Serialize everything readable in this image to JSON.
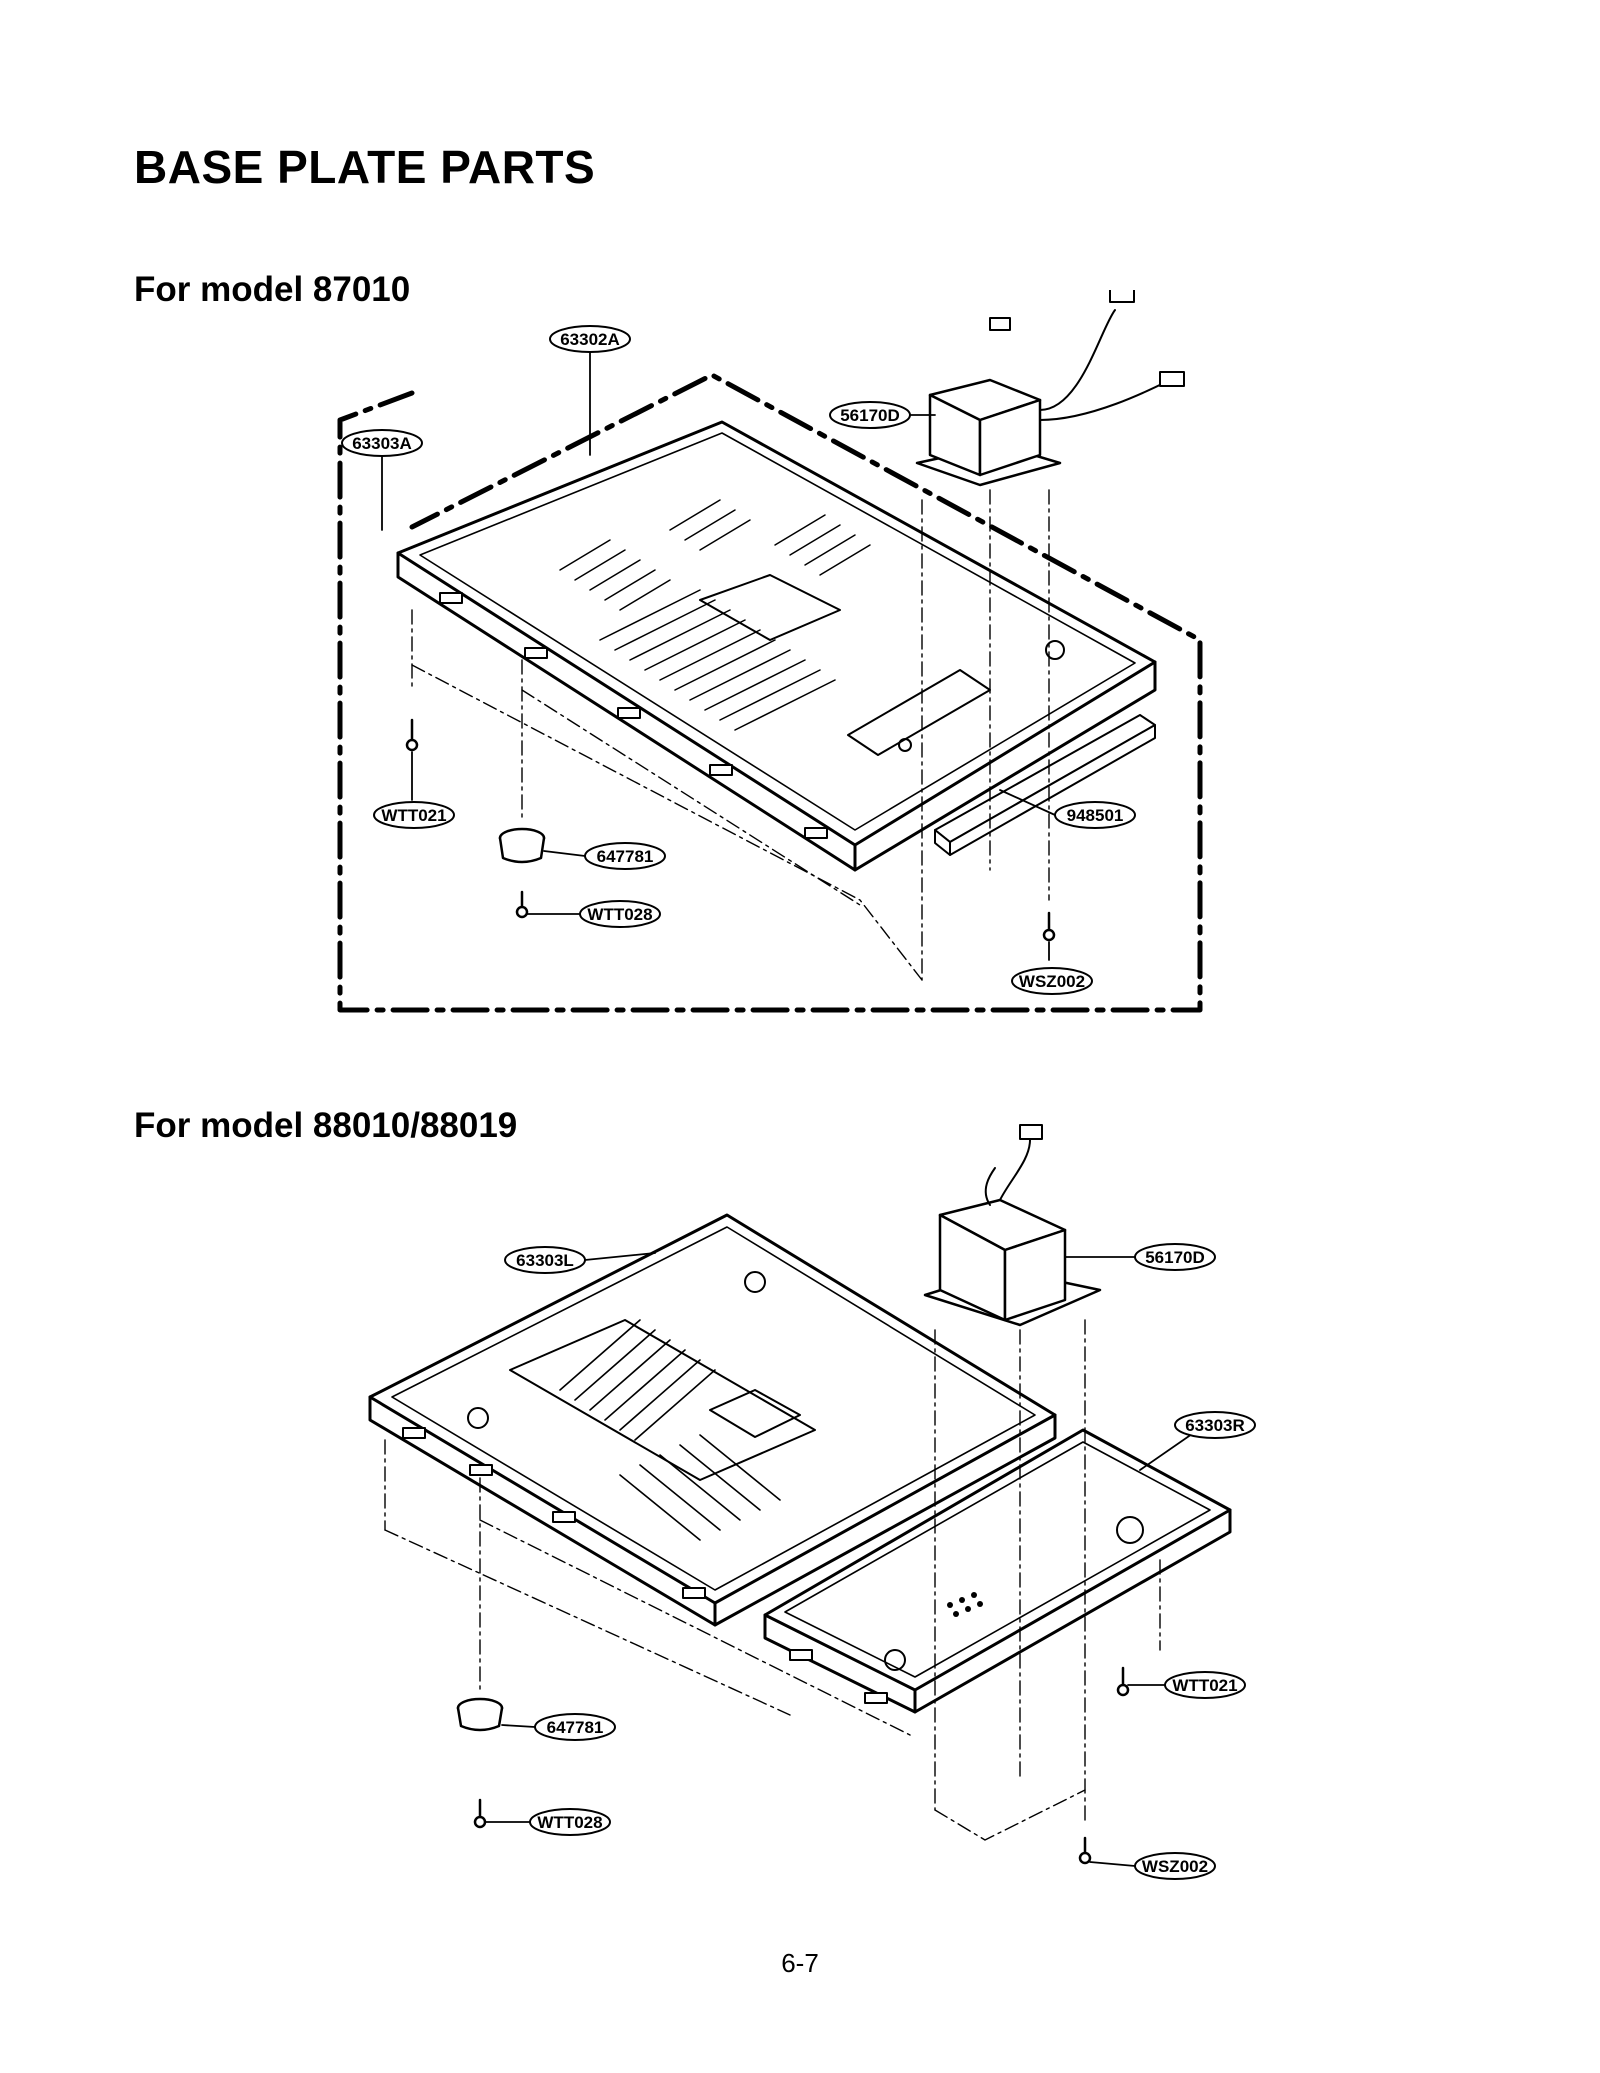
{
  "page": {
    "title": "BASE PLATE PARTS",
    "page_number": "6-7"
  },
  "sections": [
    {
      "title": "For model 87010",
      "callouts": [
        "63302A",
        "63303A",
        "56170D",
        "WTT021",
        "647781",
        "WTT028",
        "948501",
        "WSZ002"
      ]
    },
    {
      "title": "For model 88010/88019",
      "callouts": [
        "63303L",
        "56170D",
        "63303R",
        "WTT021",
        "647781",
        "WTT028",
        "WSZ002"
      ]
    }
  ]
}
